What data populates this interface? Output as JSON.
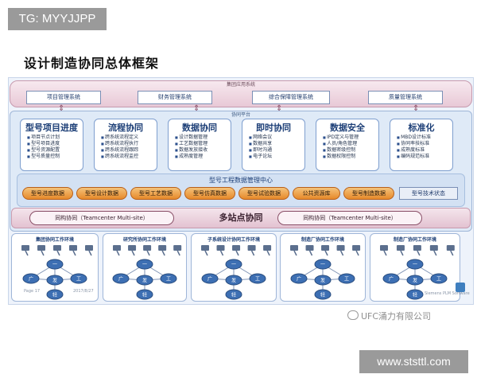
{
  "badges": {
    "tg": "TG: MYYJJPP",
    "url": "www.ststtl.com"
  },
  "title": "设计制造协同总体框架",
  "integration": {
    "label": "集团应用系统",
    "systems": [
      "项目管理系统",
      "财务管理系统",
      "综合保障管理系统",
      "质量管理系统"
    ]
  },
  "platform": {
    "label": "协同平台",
    "modules": [
      {
        "title": "型号项目进度",
        "items": [
          "项目节点计划",
          "型号项目进度",
          "型号资源配置",
          "型号质量控制"
        ]
      },
      {
        "title": "流程协同",
        "items": [
          "跨系统流程定义",
          "跨系统流程执行",
          "跨系统流程跟踪",
          "跨系统流程监控"
        ]
      },
      {
        "title": "数据协同",
        "items": [
          "设计数据管理",
          "工艺数据管理",
          "数据发放接收",
          "成熟度管理"
        ]
      },
      {
        "title": "即时协同",
        "items": [
          "网络会议",
          "数据共享",
          "即时沟通",
          "电子论坛"
        ]
      },
      {
        "title": "数据安全",
        "items": [
          "IPD定义与管理",
          "人员/角色管理",
          "数据密级控制",
          "数据权限控制"
        ]
      },
      {
        "title": "标准化",
        "items": [
          "MBD设计标准",
          "协同率技标准",
          "成熟度标准",
          "编码规范标准"
        ]
      }
    ],
    "data_center": {
      "title": "型号工程数据管理中心",
      "pills": [
        "型号进度数据",
        "型号设计数据",
        "型号工艺数据",
        "型号仿真数据",
        "型号试验数据",
        "公共资源库",
        "型号制造数据"
      ],
      "status": "型号技术状态"
    }
  },
  "multisite": {
    "left": "同构协同（Teamcenter Multi-site）",
    "center": "多站点协同",
    "right": "同构协同（Teamcenter Multi-site）"
  },
  "environments": [
    {
      "title": "集团协同工作环境"
    },
    {
      "title": "研究所协同工作环境"
    },
    {
      "title": "子系统设计协同工作环境"
    },
    {
      "title": "制造厂协同工作环境"
    },
    {
      "title": "制造厂协同工作环境"
    }
  ],
  "env_node_labels": [
    "一",
    "广",
    "发",
    "工",
    "轻"
  ],
  "footer": {
    "page": "Page 17",
    "date": "2017/8/27",
    "brand": "Siemens PLM Software"
  },
  "watermark": "UFC涌力有限公司"
}
